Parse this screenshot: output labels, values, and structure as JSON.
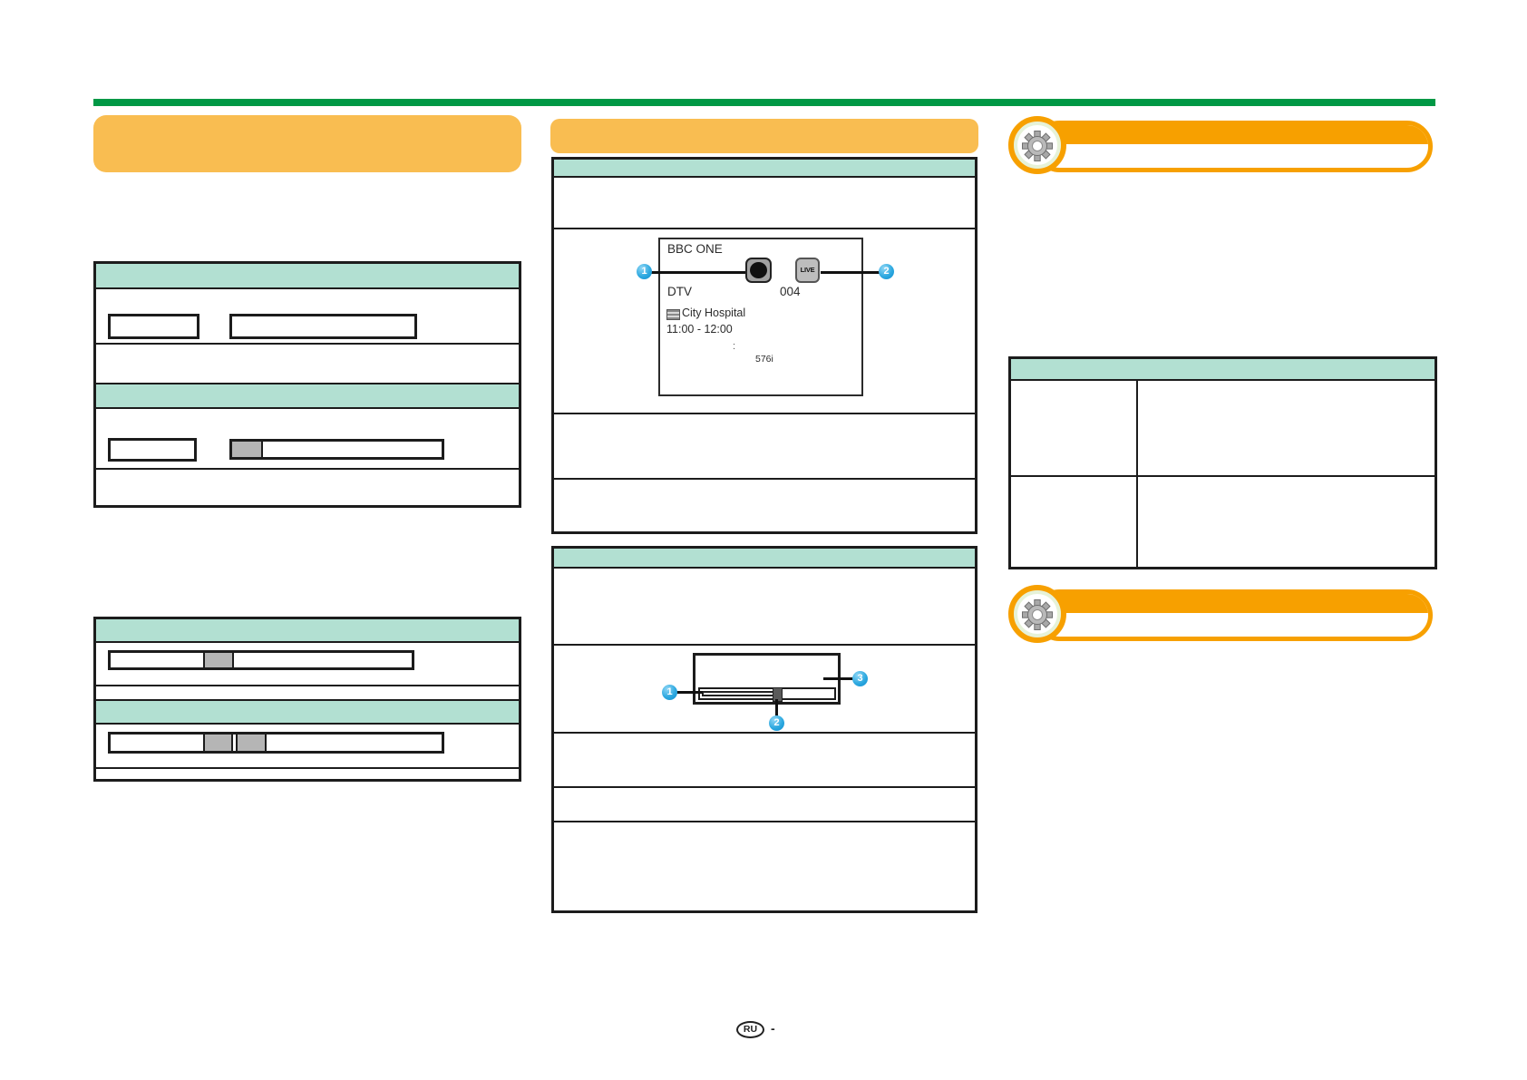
{
  "page": {
    "footer_region_mark": "RU",
    "footer_separator": "-"
  },
  "colors": {
    "accent_green": "#009845",
    "table_header_green": "#B2E0D2",
    "section_header_orange": "#F9BD51",
    "tip_banner_orange": "#F7A000",
    "callout_blue": "#2EA9E0",
    "bar_segment_gray": "#B5B5B5"
  },
  "channel_banner": {
    "channel_name": "BBC ONE",
    "signal_type": "DTV",
    "channel_number": "004",
    "programme_title": "City Hospital",
    "programme_time": "11:00 - 12:00",
    "time_separator": ":",
    "video_resolution": "576i",
    "live_badge_label": "LIVE",
    "callouts": {
      "record": "1",
      "live": "2"
    }
  },
  "timeshift_diagram": {
    "callouts": {
      "bar": "1",
      "marker": "2",
      "panel": "3"
    }
  }
}
